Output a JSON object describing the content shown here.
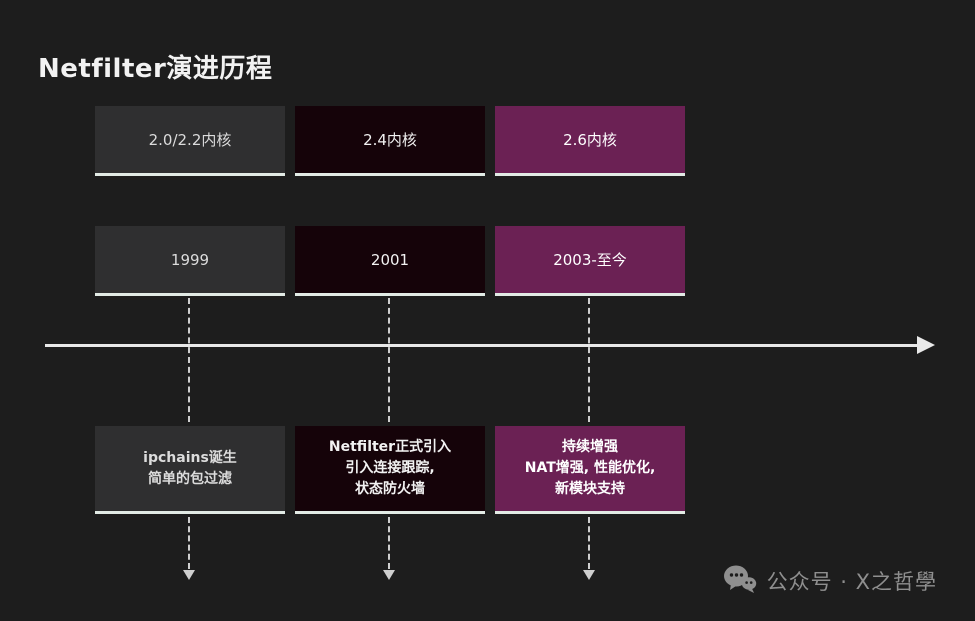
{
  "title": "Netfilter演进历程",
  "palette": {
    "background": "#1d1d1d",
    "box_gray": "#2f2f30",
    "box_black": "#150309",
    "box_plum": "#6b2154",
    "underline": "#e2ebe5",
    "axis": "#e9e9e9",
    "dashed_connector": "#cfcfcf",
    "footer_text": "#8f8f8f"
  },
  "columns": [
    {
      "kernel": "2.0/2.2内核",
      "year": "1999",
      "desc": "ipchains诞生\n简单的包过滤"
    },
    {
      "kernel": "2.4内核",
      "year": "2001",
      "desc": "Netfilter正式引入\n引入连接跟踪,\n状态防火墙"
    },
    {
      "kernel": "2.6内核",
      "year": "2003-至今",
      "desc": "持续增强\nNAT增强, 性能优化,\n新模块支持"
    }
  ],
  "footer": {
    "watermark": "公众号 · X之哲學"
  }
}
